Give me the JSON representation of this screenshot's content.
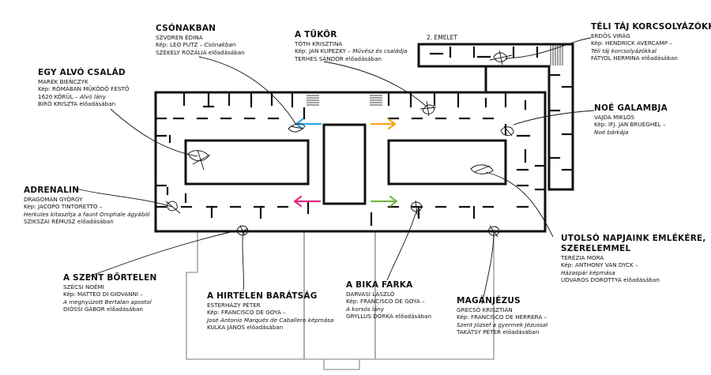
{
  "floor_label": "2. EMELET",
  "colors": {
    "blue": "#2aa7e6",
    "orange": "#f4a61c",
    "magenta": "#e0287f",
    "green": "#7ab648",
    "wall": "#111111",
    "lower": "#a8a8a8"
  },
  "labels": [
    {
      "id": "csonakban",
      "title": "CSÓNAKBAN",
      "lines": [
        [
          {
            "t": "SZVOREN EDINA"
          }
        ],
        [
          {
            "t": "Kép: LEO PUTZ – "
          },
          {
            "t": "Csónakban",
            "i": true
          }
        ],
        [
          {
            "t": "SZÉKELY ROZÁLIA előadásában"
          }
        ]
      ]
    },
    {
      "id": "a-tukor",
      "title": "A TÜKÖR",
      "lines": [
        [
          {
            "t": "TÓTH KRISZTINA"
          }
        ],
        [
          {
            "t": "Kép: JAN KUPEZKY – "
          },
          {
            "t": "Művész és családja",
            "i": true
          }
        ],
        [
          {
            "t": "TERHES SÁNDOR előadásában"
          }
        ]
      ]
    },
    {
      "id": "teli-taj",
      "title": "TÉLI TÁJ KORCSOLYÁZÓKKAL",
      "lines": [
        [
          {
            "t": "ERDŐS VIRÁG"
          }
        ],
        [
          {
            "t": "Kép: HENDRICK AVERCAMP –"
          }
        ],
        [
          {
            "t": "Téli táj korcsolyázókkal",
            "i": true
          }
        ],
        [
          {
            "t": "FÁTYOL HERMINA előadásában"
          }
        ]
      ]
    },
    {
      "id": "egy-alvo-csalad",
      "title": "EGY ALVÓ CSALÁD",
      "lines": [
        [
          {
            "t": "MAREK BIEŃCZYK"
          }
        ],
        [
          {
            "t": "Kép: RÓMÁBAN MŰKÖDŐ FESTŐ"
          }
        ],
        [
          {
            "t": "1620 KÖRÜL – "
          },
          {
            "t": "Alvó lány",
            "i": true
          }
        ],
        [
          {
            "t": "BÍRÓ KRISZTA előadásában"
          }
        ]
      ]
    },
    {
      "id": "noe-galambja",
      "title": "NOÉ GALAMBJA",
      "lines": [
        [
          {
            "t": "VAJDA MIKLÓS"
          }
        ],
        [
          {
            "t": "Kép: IFJ. JAN BRUEGHEL –"
          }
        ],
        [
          {
            "t": "Noé bárkája",
            "i": true
          }
        ]
      ]
    },
    {
      "id": "adrenalin",
      "title": "ADRENALIN",
      "lines": [
        [
          {
            "t": "DRAGOMÁN GYÖRGY"
          }
        ],
        [
          {
            "t": "Kép: JACOPO TINTORETTO –"
          }
        ],
        [
          {
            "t": "Herkules kitaszítja a faunt Omphale ágyából",
            "i": true
          }
        ],
        [
          {
            "t": "SZIKSZAI RÉMUSZ előadásában"
          }
        ]
      ]
    },
    {
      "id": "utolso-napjaink",
      "title": "UTOLSÓ NAPJAINK EMLÉKÉRE,",
      "title2": "SZERELEMMEL",
      "lines": [
        [
          {
            "t": "TERÉZIA MORA"
          }
        ],
        [
          {
            "t": "Kép: ANTHONY VAN DYCK –"
          }
        ],
        [
          {
            "t": "Házaspár képmása",
            "i": true
          }
        ],
        [
          {
            "t": "UDVAROS DOROTTYA előadásában"
          }
        ]
      ]
    },
    {
      "id": "a-szent-bortelen",
      "title": "A SZENT BŐRTELEN",
      "lines": [
        [
          {
            "t": "SZÉCSI NOÉMI"
          }
        ],
        [
          {
            "t": "Kép: MATTEO DI GIOVANNI –"
          }
        ],
        [
          {
            "t": "A megnyúzott Bertalan apostol",
            "i": true
          }
        ],
        [
          {
            "t": "DIÓSSI GÁBOR előadásában"
          }
        ]
      ]
    },
    {
      "id": "a-hirtelen-baratsag",
      "title": "A HIRTELEN BARÁTSÁG",
      "lines": [
        [
          {
            "t": "ESTERHÁZY PÉTER"
          }
        ],
        [
          {
            "t": "Kép: FRANCISCO DE GOYA –"
          }
        ],
        [
          {
            "t": "José Antonio Marqués de Caballero képmása",
            "i": true
          }
        ],
        [
          {
            "t": "KULKA JÁNOS előadásában"
          }
        ]
      ]
    },
    {
      "id": "a-bika-farka",
      "title": "A BIKA FARKA",
      "lines": [
        [
          {
            "t": "DARVASI LÁSZLÓ"
          }
        ],
        [
          {
            "t": "Kép: FRANCISCO DE GOYA –"
          }
        ],
        [
          {
            "t": "A korsós lány",
            "i": true
          }
        ],
        [
          {
            "t": "GRYLLUS DORKA előadásában"
          }
        ]
      ]
    },
    {
      "id": "maganjezus",
      "title": "MAGÁNJÉZUS",
      "lines": [
        [
          {
            "t": "GRECSÓ KRISZTIÁN"
          }
        ],
        [
          {
            "t": "Kép: FRANCISCO DE HERRERA –"
          }
        ],
        [
          {
            "t": "Szent József a gyermek Jézussal",
            "i": true
          }
        ],
        [
          {
            "t": "TAKÁTSY PÉTER előadásában"
          }
        ]
      ]
    }
  ]
}
